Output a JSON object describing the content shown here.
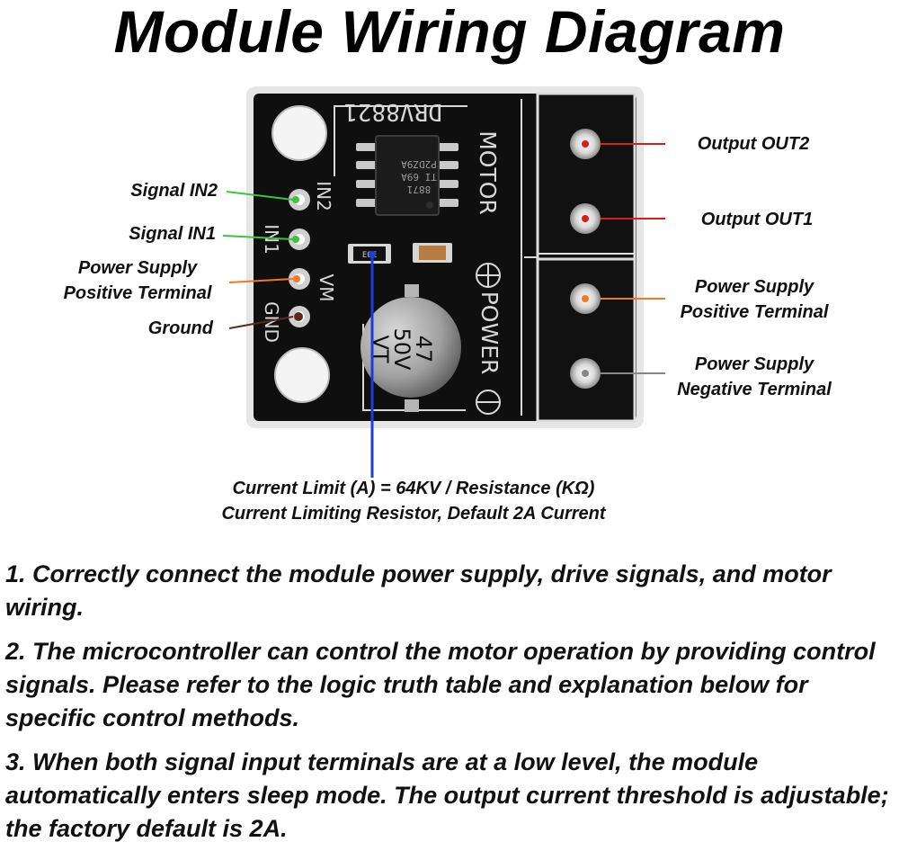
{
  "title": "Module Wiring Diagram",
  "board": {
    "chip_label": "DRV8821",
    "chip_marking": [
      "8871",
      "TI 69A",
      "P2DZ9A"
    ],
    "pin_labels": [
      "IN2",
      "IN1",
      "VM",
      "GND"
    ],
    "motor_label": "MOTOR",
    "power_label": "POWER",
    "resistor_code": "E0E",
    "capacitor_marking": [
      "47",
      "50V",
      "VT"
    ]
  },
  "labels": {
    "signal_in2": "Signal IN2",
    "signal_in1": "Signal IN1",
    "psu_pos_left": [
      "Power Supply",
      "Positive Terminal"
    ],
    "ground": "Ground",
    "output_out2": "Output OUT2",
    "output_out1": "Output OUT1",
    "psu_pos_right": [
      "Power Supply",
      "Positive Terminal"
    ],
    "psu_neg_right": [
      "Power Supply",
      "Negative Terminal"
    ]
  },
  "current_limit": {
    "formula": "Current Limit (A) = 64KV / Resistance (KΩ)",
    "note": "Current Limiting Resistor, Default 2A Current"
  },
  "notes": [
    "1. Correctly connect the module power supply, drive signals, and motor wiring.",
    "2. The microcontroller can control the motor operation by providing control signals. Please refer to the logic truth table and explanation below for specific control methods.",
    "3. When both signal input terminals are at a low level, the module automatically enters sleep mode. The output current threshold is adjustable; the factory default is 2A."
  ],
  "colors": {
    "signal_line": "#3cc43c",
    "power_line": "#ee7a22",
    "ground_line": "#5a2a1a",
    "output_line": "#dd1c1c",
    "negative_line": "#888888",
    "resistor_line": "#1b3fd6",
    "pcb": "#0f0f0f"
  }
}
